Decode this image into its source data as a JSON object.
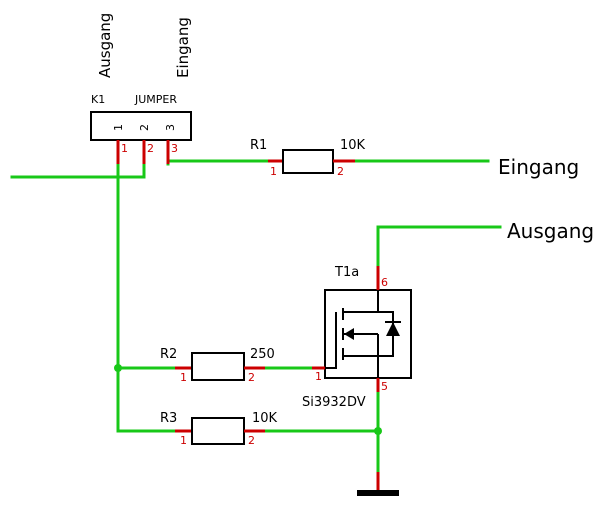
{
  "colors": {
    "wire": "#18c818",
    "pin_lead": "#cc0000",
    "component": "#000000"
  },
  "connector": {
    "ref": "K1",
    "value": "JUMPER",
    "side_labels": [
      "Ausgang",
      "Eingang"
    ],
    "pin_names": [
      "1",
      "2",
      "3"
    ],
    "pin_numbers": [
      "1",
      "2",
      "3"
    ]
  },
  "r1": {
    "ref": "R1",
    "value": "10K",
    "pins": [
      "1",
      "2"
    ]
  },
  "r2": {
    "ref": "R2",
    "value": "250",
    "pins": [
      "1",
      "2"
    ]
  },
  "r3": {
    "ref": "R3",
    "value": "10K",
    "pins": [
      "1",
      "2"
    ]
  },
  "mosfet": {
    "ref": "T1a",
    "part": "Si3932DV",
    "pins": [
      "6",
      "1",
      "5"
    ]
  },
  "nets": {
    "input": "Eingang",
    "output": "Ausgang"
  },
  "ground_symbol": "ground-icon"
}
